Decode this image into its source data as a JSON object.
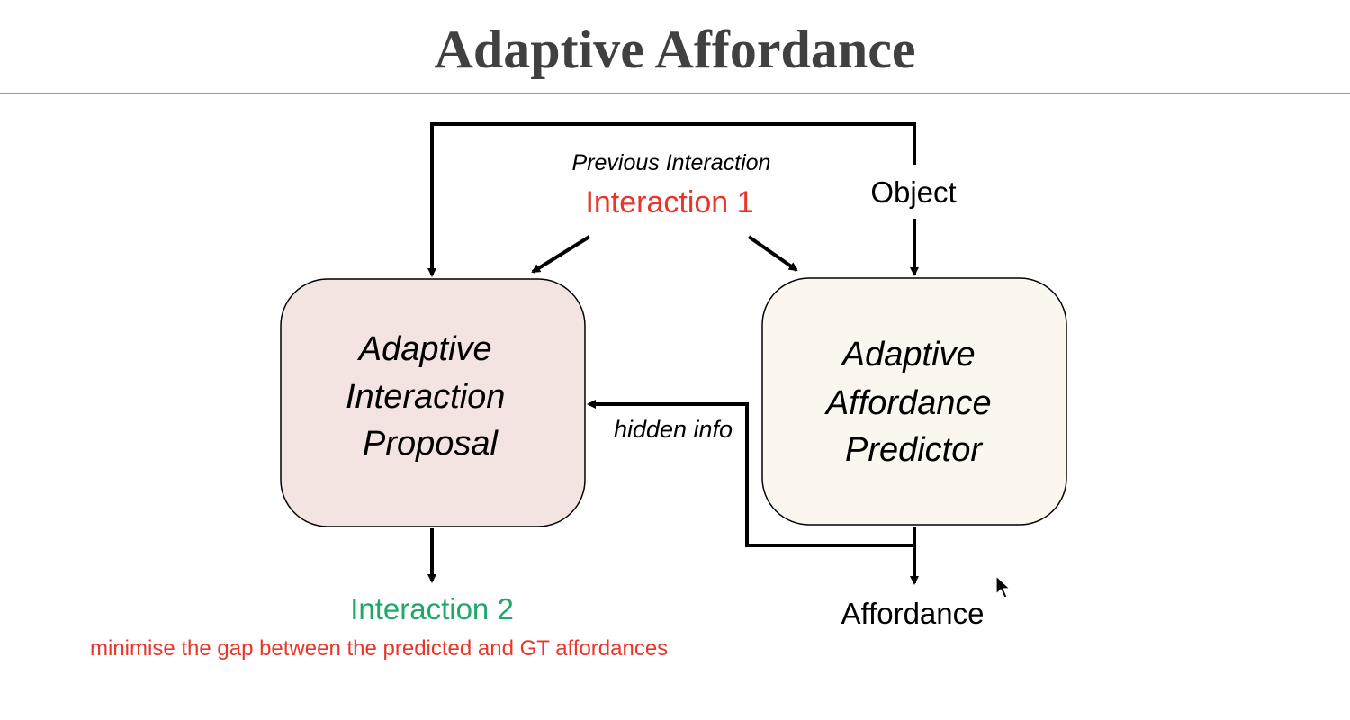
{
  "title": "Adaptive Affordance",
  "diagram": {
    "labels": {
      "previous_interaction": "Previous Interaction",
      "interaction_1": "Interaction 1",
      "object": "Object",
      "hidden_info": "hidden info",
      "interaction_2": "Interaction 2",
      "affordance": "Affordance",
      "objective_note": "minimise the gap between the predicted and GT affordances"
    },
    "nodes": {
      "proposal": {
        "lines": [
          "Adaptive",
          "Interaction",
          "Proposal"
        ]
      },
      "predictor": {
        "lines": [
          "Adaptive",
          "Affordance",
          "Predictor"
        ]
      }
    }
  },
  "colors": {
    "title": "#404040",
    "rule": "#d9826f",
    "proposal_fill": "#f3e3e1",
    "predictor_fill": "#fcf7ee",
    "interaction_1": "#e8362a",
    "interaction_2": "#1fa86a",
    "objective_note": "#e8362a",
    "ink": "#000000"
  },
  "icons": {
    "cursor": "mouse-pointer-icon"
  }
}
